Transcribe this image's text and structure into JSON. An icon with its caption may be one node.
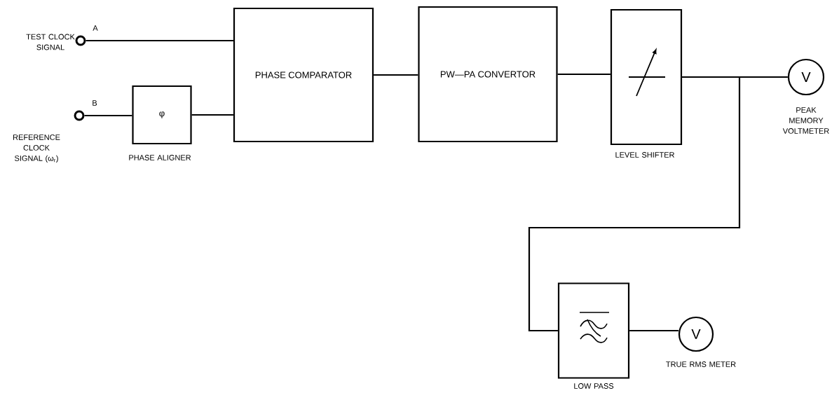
{
  "diagram": {
    "nodes": [
      {
        "text": [],
        "shape": "circle",
        "beside": [
          "A",
          "TEST CLOCK SIGNAL"
        ]
      },
      {
        "text": [],
        "shape": "circle",
        "beside": [
          "B",
          "REFERENCE CLOCK SIGNAL (ω$_{r}$)"
        ]
      },
      {
        "text": [
          "φ"
        ],
        "beside": [
          "PHASE ALIGNER"
        ]
      },
      {
        "text": [
          "PHASE COMPARATOR"
        ]
      },
      {
        "text": [
          "PW—PA CONVERTOR"
        ]
      },
      {
        "text": [],
        "shape": "box",
        "beside": [
          "LEVEL SHIFTER"
        ]
      },
      {
        "text": [
          "V"
        ],
        "beside": [
          "PEAK MEMORY VOLTMETER"
        ]
      },
      {
        "text": [],
        "shape": "box",
        "beside": [
          "LOW PASS"
        ]
      },
      {
        "text": [
          "V"
        ],
        "beside": [
          "TRUE RMS METER"
        ]
      }
    ],
    "edges": [
      {
        "from": 0,
        "to": 3,
        "arrow": "none"
      },
      {
        "from": 1,
        "to": 2,
        "arrow": "none"
      },
      {
        "from": 2,
        "to": 3,
        "arrow": "none"
      },
      {
        "from": 3,
        "to": 4,
        "arrow": "none"
      },
      {
        "from": 4,
        "to": 5,
        "arrow": "none"
      },
      {
        "from": 5,
        "to": 6,
        "arrow": "none"
      },
      {
        "from": 5,
        "to": 7,
        "arrow": "none"
      },
      {
        "from": 7,
        "to": 8,
        "arrow": "none"
      }
    ]
  }
}
